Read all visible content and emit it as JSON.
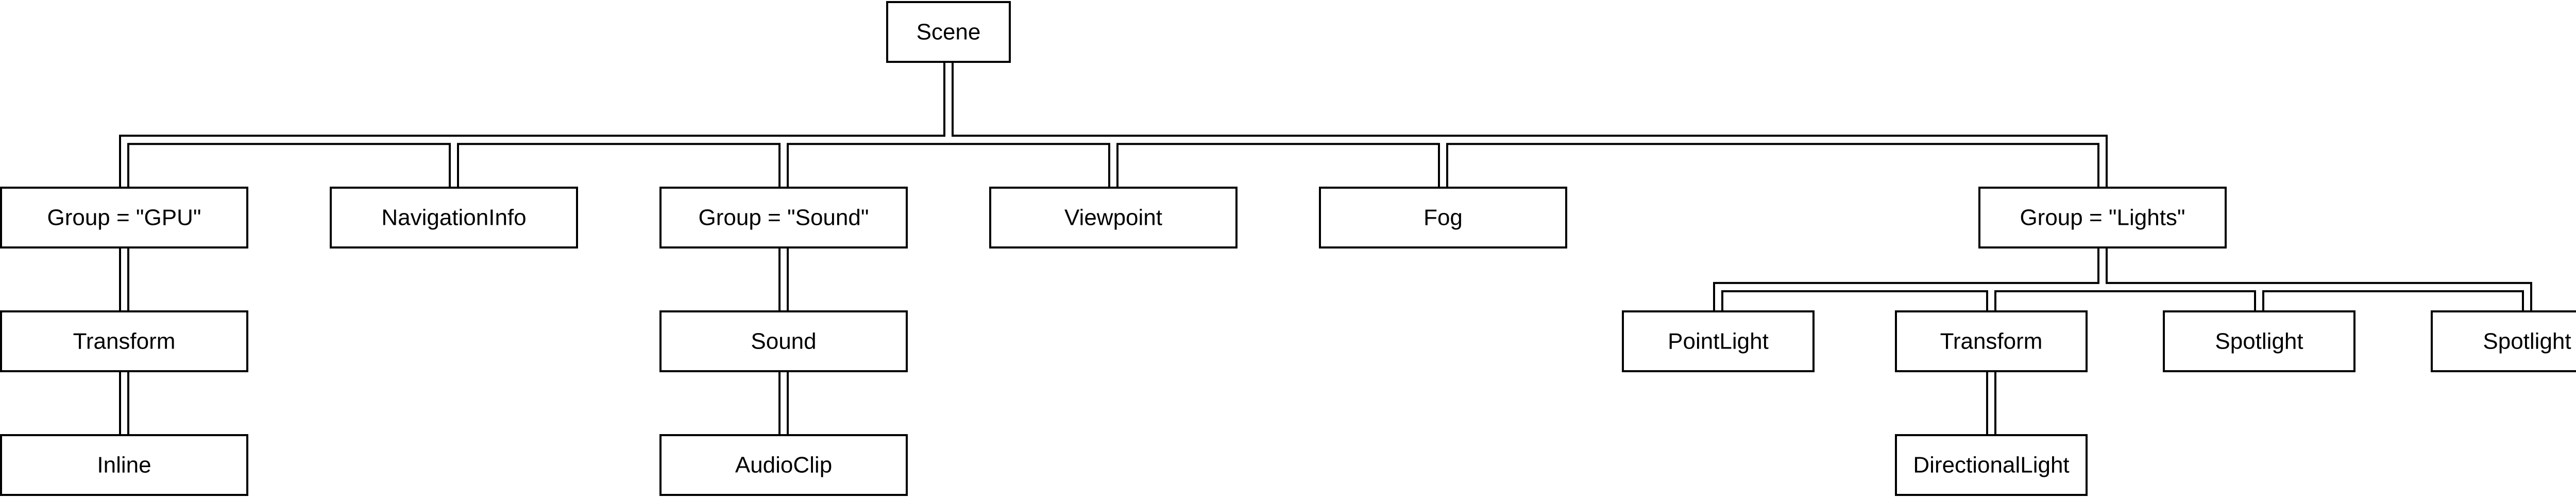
{
  "diagram": {
    "type": "tree",
    "nodes": [
      {
        "id": "scene",
        "label": "Scene",
        "parent": null
      },
      {
        "id": "group-gpu",
        "label": "Group = \"GPU\"",
        "parent": "scene"
      },
      {
        "id": "navigationinfo",
        "label": "NavigationInfo",
        "parent": "scene"
      },
      {
        "id": "group-sound",
        "label": "Group = \"Sound\"",
        "parent": "scene"
      },
      {
        "id": "viewpoint",
        "label": "Viewpoint",
        "parent": "scene"
      },
      {
        "id": "fog",
        "label": "Fog",
        "parent": "scene"
      },
      {
        "id": "group-lights",
        "label": "Group = \"Lights\"",
        "parent": "scene"
      },
      {
        "id": "transform-gpu",
        "label": "Transform",
        "parent": "group-gpu"
      },
      {
        "id": "inline",
        "label": "Inline",
        "parent": "transform-gpu"
      },
      {
        "id": "sound",
        "label": "Sound",
        "parent": "group-sound"
      },
      {
        "id": "audioclip",
        "label": "AudioClip",
        "parent": "sound"
      },
      {
        "id": "pointlight",
        "label": "PointLight",
        "parent": "group-lights"
      },
      {
        "id": "transform-lights",
        "label": "Transform",
        "parent": "group-lights"
      },
      {
        "id": "spotlight-1",
        "label": "Spotlight",
        "parent": "group-lights"
      },
      {
        "id": "spotlight-2",
        "label": "Spotlight",
        "parent": "group-lights"
      },
      {
        "id": "directionallight",
        "label": "DirectionalLight",
        "parent": "transform-lights"
      }
    ]
  }
}
